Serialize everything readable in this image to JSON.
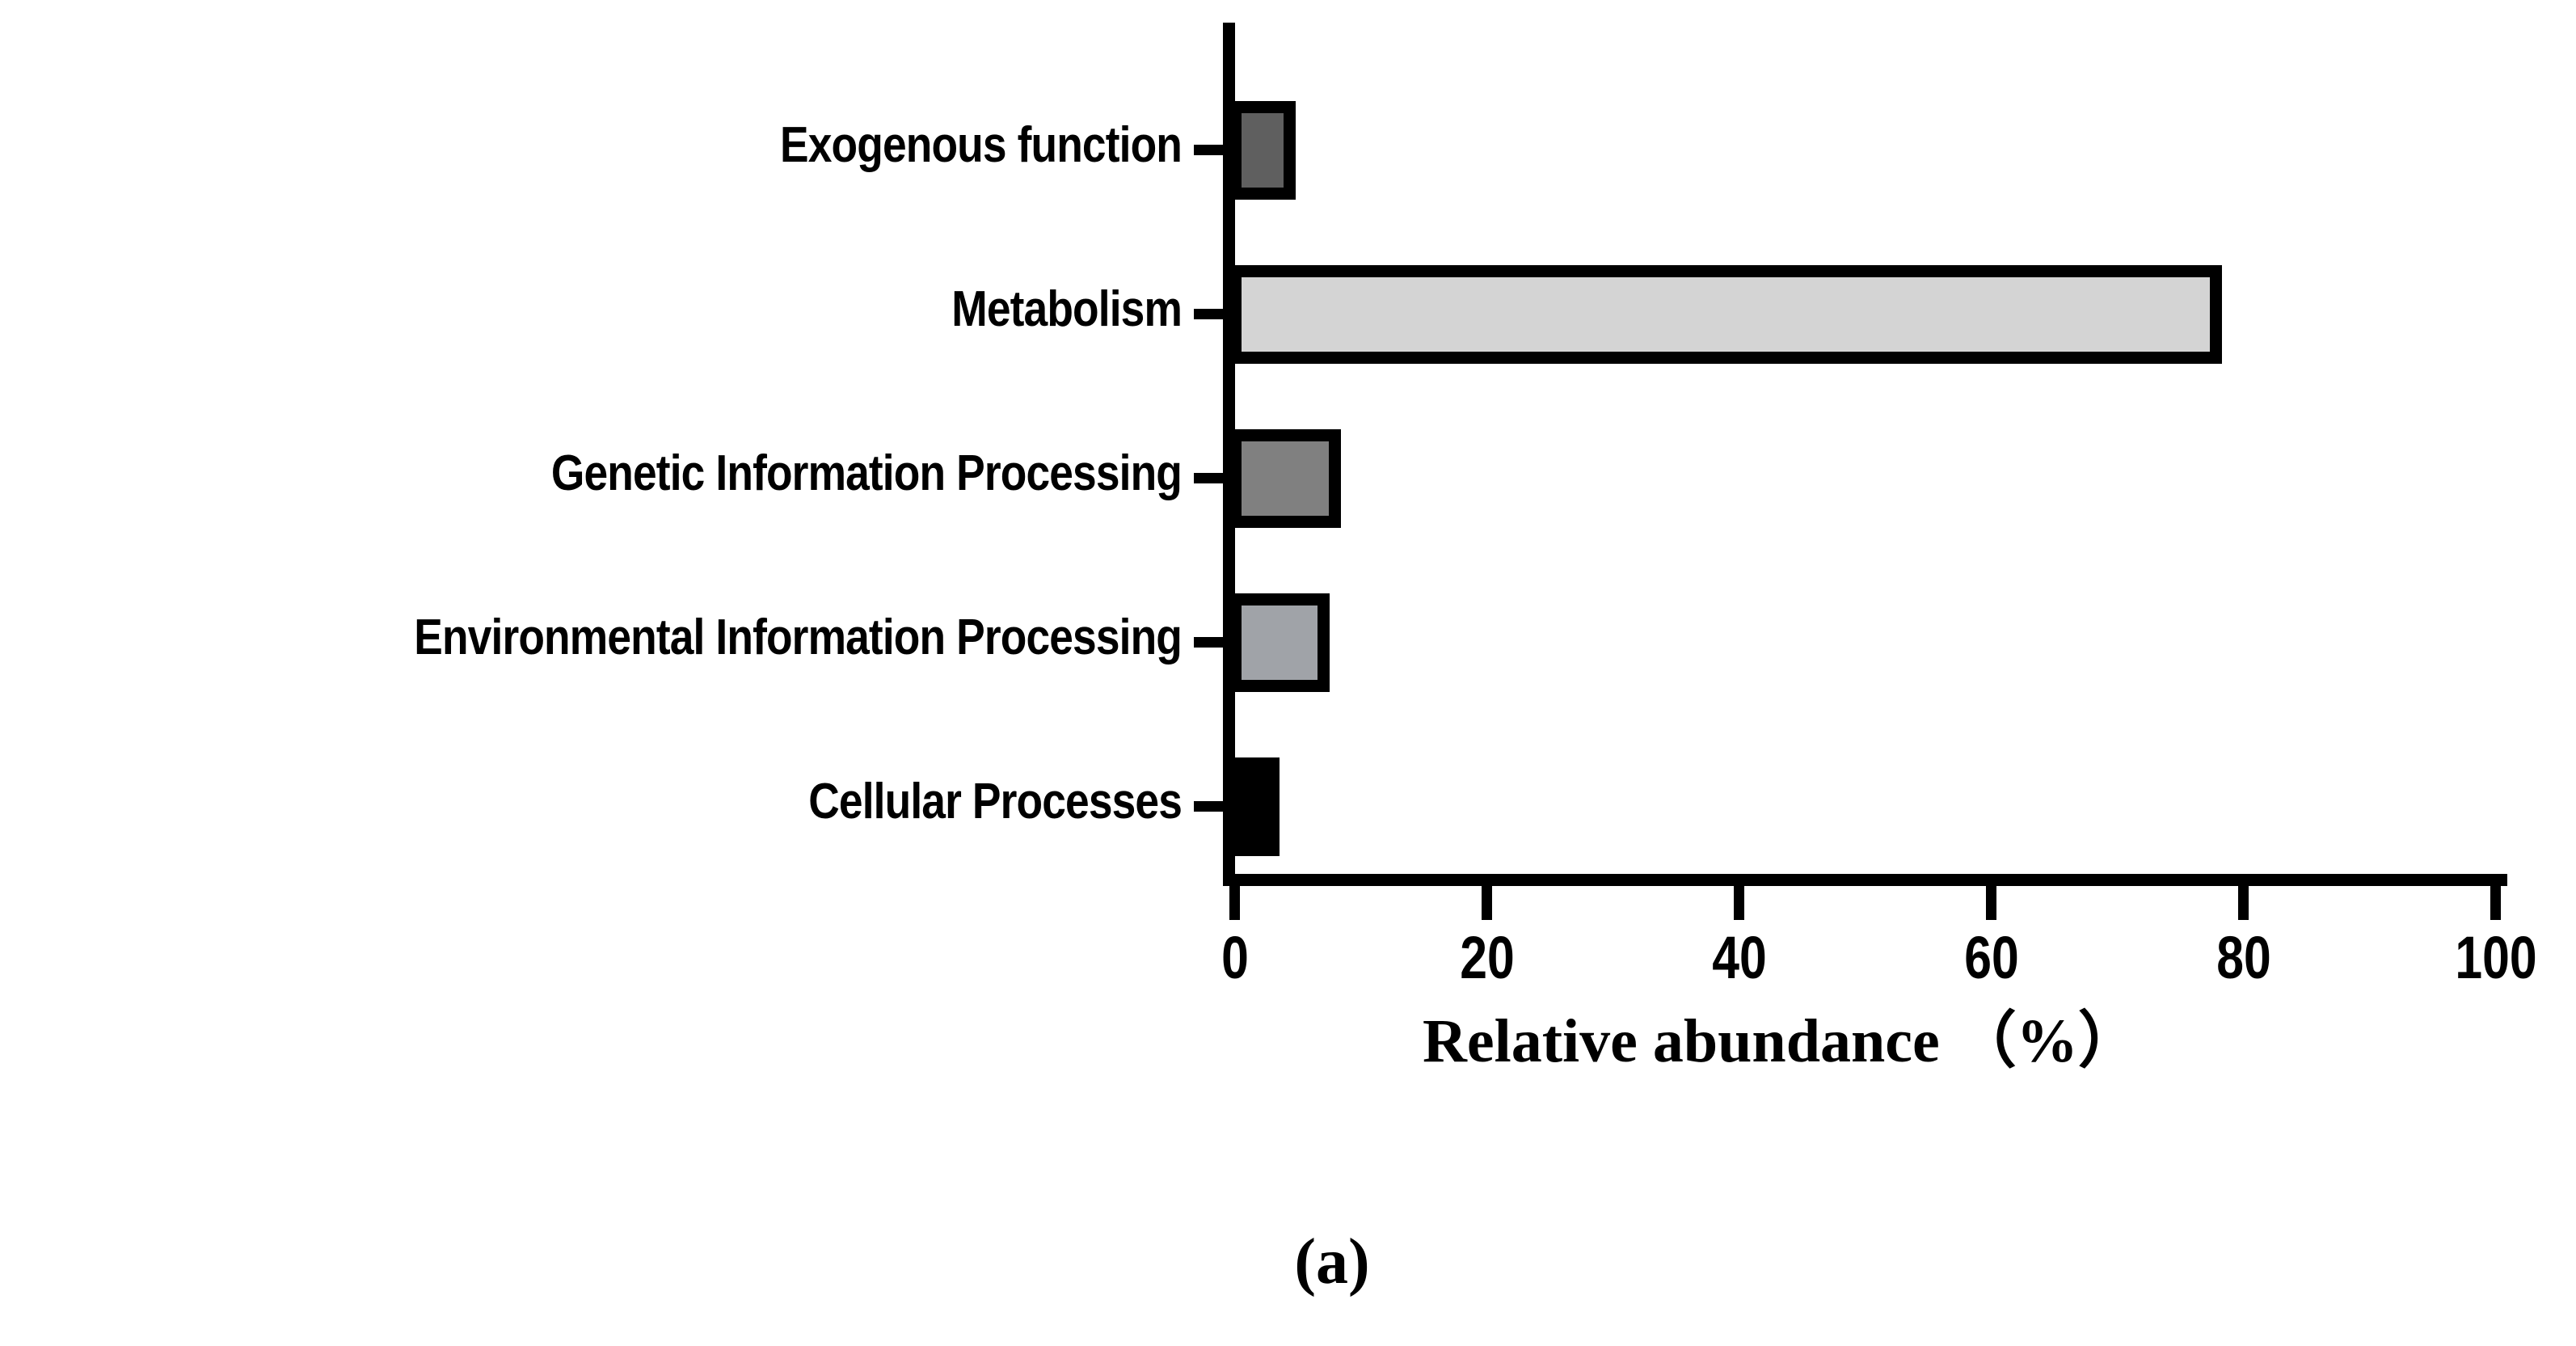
{
  "chart_data": {
    "type": "bar",
    "orientation": "horizontal",
    "title": "",
    "subtitle": "",
    "xlabel": "Relative abundance （%）",
    "ylabel": "",
    "xlim": [
      0,
      100
    ],
    "xticks": [
      0,
      20,
      40,
      60,
      80,
      100
    ],
    "xtick_labels": [
      "0",
      "20",
      "40",
      "60",
      "80",
      "100"
    ],
    "grid": false,
    "legend": false,
    "categories": [
      "Exogenous function",
      "Metabolism",
      "Genetic Information Processing",
      "Environmental Information Processing",
      "Cellular Processes"
    ],
    "values": [
      3.8,
      78.3,
      7.9,
      7.0,
      3.1
    ],
    "bar_fill_colors": [
      "#5f5f5f",
      "#d4d4d4",
      "#808080",
      "#a0a3a8",
      "#000000"
    ],
    "bar_edge_color": "#000000",
    "axis_color": "#000000",
    "background_color": "#ffffff",
    "annotations": [
      "(a)"
    ]
  },
  "figure": {
    "caption": "(a)",
    "axis_title": "Relative abundance （%）"
  },
  "axis": {
    "tick_labels": [
      "0",
      "20",
      "40",
      "60",
      "80",
      "100"
    ]
  },
  "bars": [
    {
      "label": "Exogenous function",
      "value": 3.8,
      "fill": "#5f5f5f"
    },
    {
      "label": "Metabolism",
      "value": 78.3,
      "fill": "#d4d4d4"
    },
    {
      "label": "Genetic Information Processing",
      "value": 7.9,
      "fill": "#808080"
    },
    {
      "label": "Environmental Information Processing",
      "value": 7.0,
      "fill": "#a0a3a8"
    },
    {
      "label": "Cellular Processes",
      "value": 3.1,
      "fill": "#000000"
    }
  ]
}
